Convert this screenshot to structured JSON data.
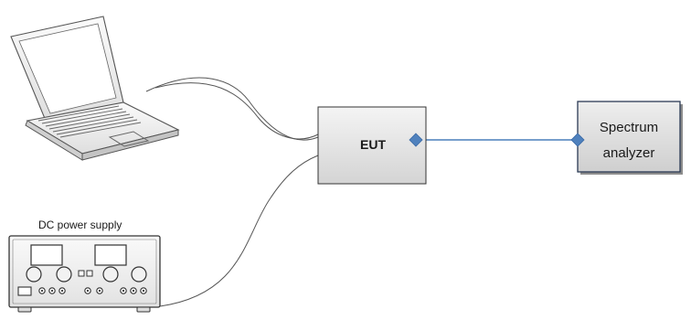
{
  "nodes": {
    "laptop": {
      "icon": "laptop-icon"
    },
    "power_supply": {
      "label": "DC power supply",
      "icon": "dc-power-supply-icon"
    },
    "eut": {
      "label": "EUT"
    },
    "analyzer": {
      "label_line1": "Spectrum",
      "label_line2": "analyzer"
    }
  },
  "colors": {
    "rf_link": "#4a7ebb",
    "connector": "#4f81bd",
    "box_fill_top": "#f4f4f4",
    "box_fill_bottom": "#d4d4d4",
    "analyzer_fill_top": "#eeeeee",
    "analyzer_fill_bottom": "#cfcfcf",
    "cable": "#555555"
  }
}
